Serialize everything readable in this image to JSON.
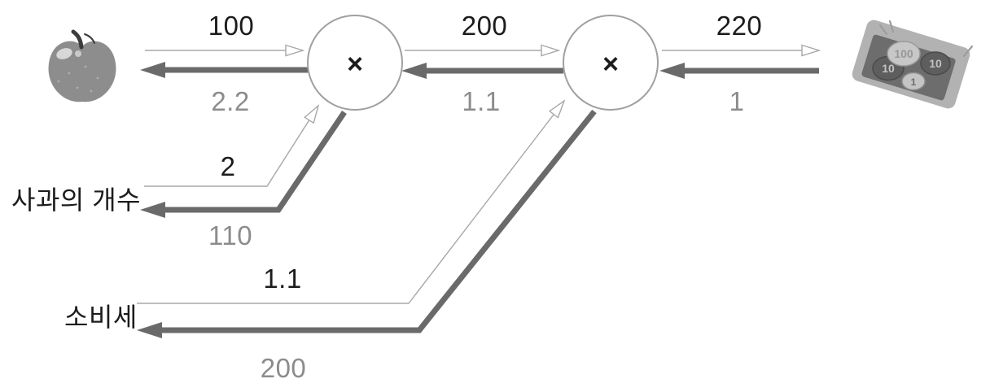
{
  "colors": {
    "forward_line": "#a8a8a8",
    "backward_line": "#6a6a6a",
    "node_stroke": "#a0a0a0",
    "node_fill": "#ffffff",
    "forward_text": "#1c1c1c",
    "backward_text": "#8c8c8c"
  },
  "nodes": [
    {
      "op": "×"
    },
    {
      "op": "×"
    }
  ],
  "inputs": {
    "apple_count_label": "사과의 개수",
    "tax_label": "소비세"
  },
  "values": {
    "apple_price_forward": "100",
    "apple_price_backward": "2.2",
    "apple_subtotal_forward": "200",
    "apple_subtotal_backward": "1.1",
    "total_forward": "220",
    "total_backward": "1",
    "apple_count_forward": "2",
    "apple_count_backward": "110",
    "tax_forward": "1.1",
    "tax_backward": "200"
  },
  "icons": {
    "apple": "apple-icon",
    "money_tray": "money-tray-icon",
    "coin_labels": [
      "100",
      "10",
      "10",
      "1"
    ]
  }
}
